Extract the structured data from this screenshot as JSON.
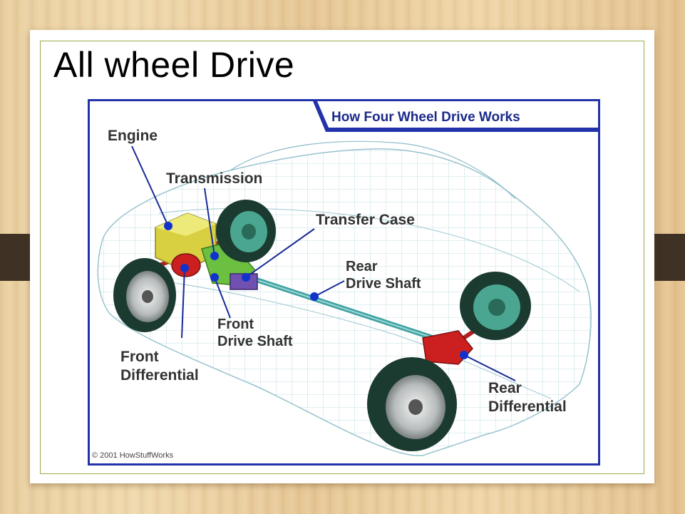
{
  "slide": {
    "title": "All wheel Drive"
  },
  "diagram": {
    "banner": "How Four Wheel Drive Works",
    "labels": {
      "engine": "Engine",
      "transmission": "Transmission",
      "transfer_case": "Transfer Case",
      "rear_drive_shaft_1": "Rear",
      "rear_drive_shaft_2": "Drive Shaft",
      "front_drive_shaft_1": "Front",
      "front_drive_shaft_2": "Drive Shaft",
      "front_differential_1": "Front",
      "front_differential_2": "Differential",
      "rear_differential_1": "Rear",
      "rear_differential_2": "Differential"
    },
    "copyright": "© 2001 HowStuffWorks"
  },
  "colors": {
    "frame_border": "#9aa94e",
    "diagram_border": "#2233aa",
    "leader_line": "#1a2a9a",
    "marker": "#1133cc",
    "engine": "#d8d040",
    "transmission": "#6cc040",
    "differential": "#cc2020",
    "drive_shaft": "#40a0a0",
    "tire": "#1b3a30"
  }
}
